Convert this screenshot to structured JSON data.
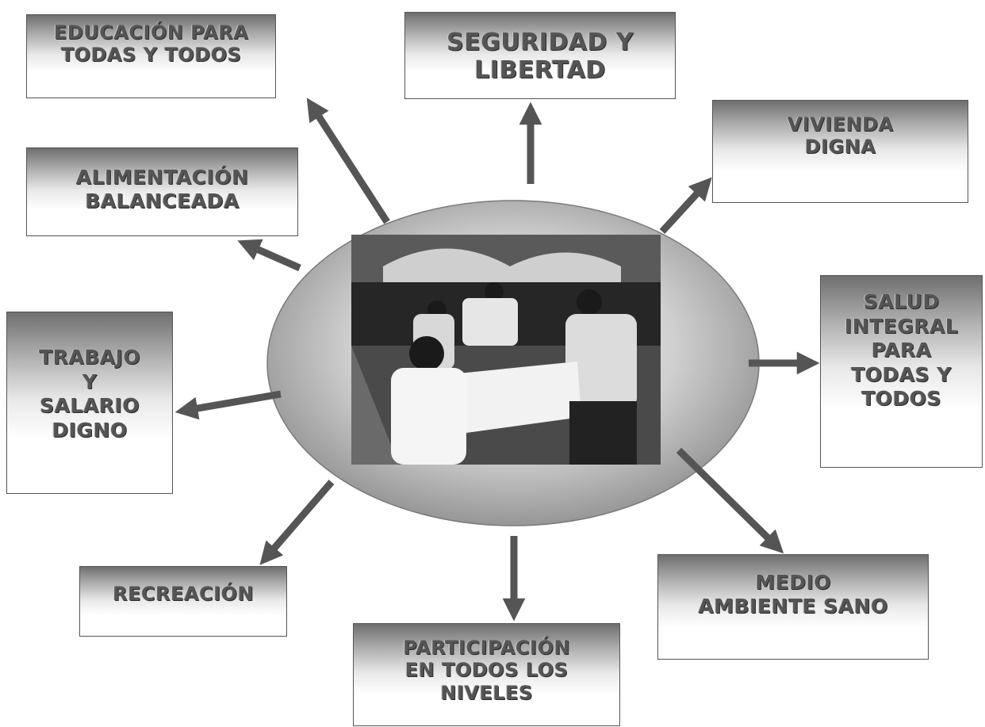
{
  "diagram": {
    "nodes": [
      {
        "id": "educacion",
        "label": "EDUCACIÓN PARA\nTODAS Y TODOS"
      },
      {
        "id": "seguridad",
        "label": "SEGURIDAD Y\nLIBERTAD"
      },
      {
        "id": "vivienda",
        "label": "VIVIENDA\nDIGNA"
      },
      {
        "id": "alimentacion",
        "label": "ALIMENTACIÓN\nBALANCEADA"
      },
      {
        "id": "salud",
        "label": "SALUD\nINTEGRAL\nPARA\nTODAS Y\nTODOS"
      },
      {
        "id": "trabajo",
        "label": "TRABAJO\nY\nSALARIO\nDIGNO"
      },
      {
        "id": "recreacion",
        "label": "RECREACIÓN"
      },
      {
        "id": "participacion",
        "label": "PARTICIPACIÓN\nEN TODOS LOS\nNIVELES"
      },
      {
        "id": "medio",
        "label": "MEDIO\nAMBIENTE SANO"
      }
    ],
    "center": {
      "image": "photo of people carrying a white table in a plaza"
    },
    "colors": {
      "arrow": "#555555",
      "ellipse_edge": "#7a7a7a",
      "box_border": "#555555"
    }
  }
}
